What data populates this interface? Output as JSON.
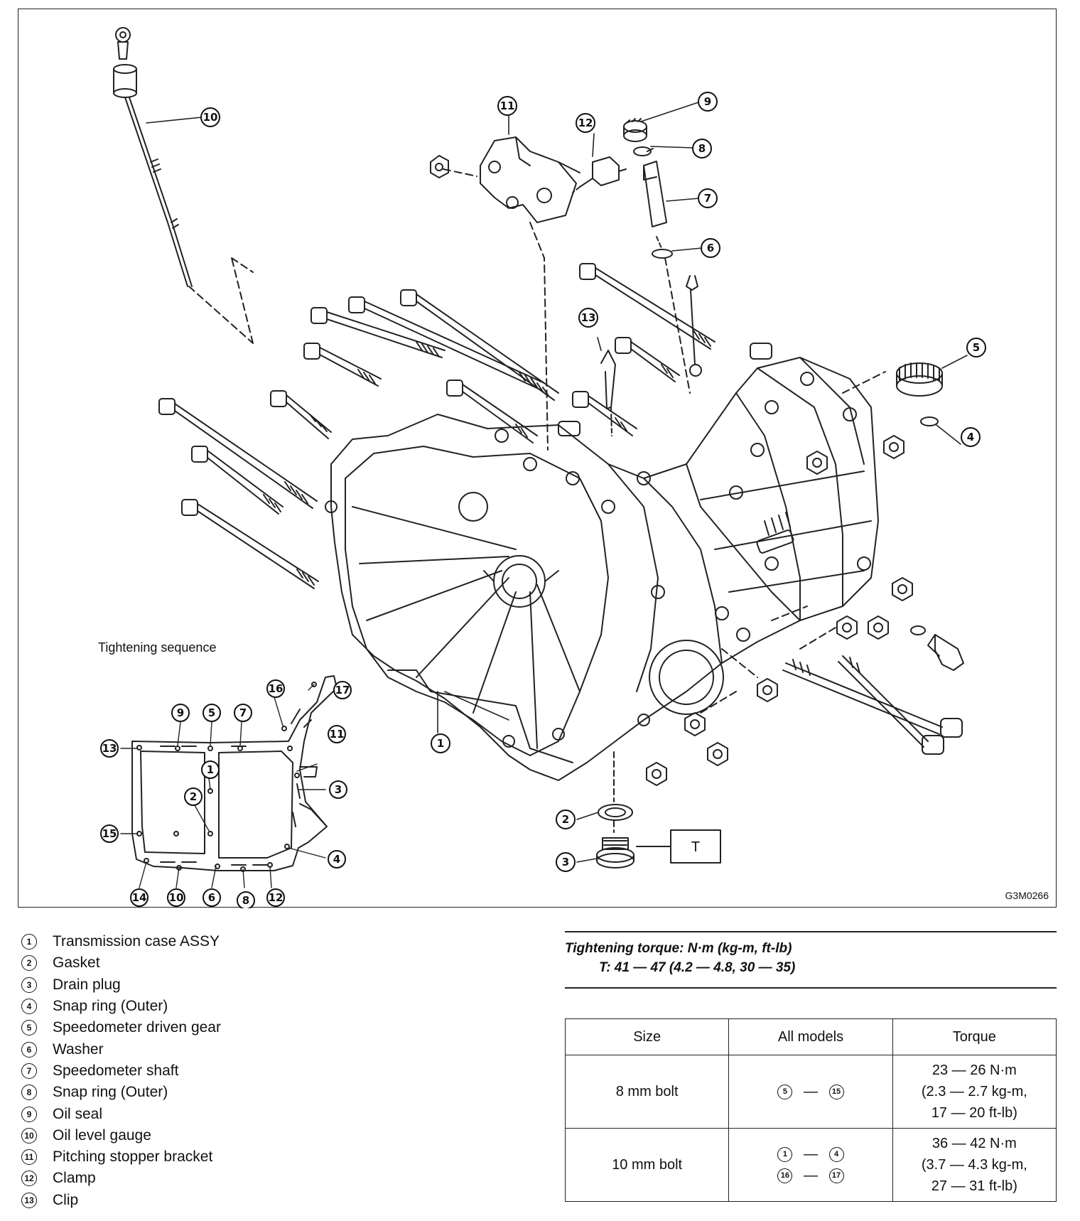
{
  "diagram": {
    "code": "G3M0266",
    "sequence_title": "Tightening sequence",
    "t_box_label": "T"
  },
  "legend": {
    "items": [
      {
        "num": "1",
        "label": "Transmission case ASSY"
      },
      {
        "num": "2",
        "label": "Gasket"
      },
      {
        "num": "3",
        "label": "Drain plug"
      },
      {
        "num": "4",
        "label": "Snap ring (Outer)"
      },
      {
        "num": "5",
        "label": "Speedometer driven gear"
      },
      {
        "num": "6",
        "label": "Washer"
      },
      {
        "num": "7",
        "label": "Speedometer shaft"
      },
      {
        "num": "8",
        "label": "Snap ring (Outer)"
      },
      {
        "num": "9",
        "label": "Oil seal"
      },
      {
        "num": "10",
        "label": "Oil level gauge"
      },
      {
        "num": "11",
        "label": "Pitching stopper bracket"
      },
      {
        "num": "12",
        "label": "Clamp"
      },
      {
        "num": "13",
        "label": "Clip"
      }
    ]
  },
  "torque_note": {
    "line1": "Tightening torque: N·m (kg-m, ft-lb)",
    "line2": "T: 41 — 47 (4.2 — 4.8, 30 — 35)"
  },
  "torque_table": {
    "headers": [
      "Size",
      "All models",
      "Torque"
    ],
    "row1": {
      "size": "8 mm bolt",
      "from": "5",
      "dash": "—",
      "to": "15",
      "t1": "23 — 26 N·m",
      "t2": "(2.3 — 2.7 kg-m,",
      "t3": "17 — 20 ft-lb)"
    },
    "row2": {
      "size": "10 mm bolt",
      "a_from": "1",
      "a_dash": "—",
      "a_to": "4",
      "b_from": "16",
      "b_dash": "—",
      "b_to": "17",
      "t1": "36 — 42 N·m",
      "t2": "(3.7 — 4.3 kg-m,",
      "t3": "27 — 31 ft-lb)"
    }
  }
}
